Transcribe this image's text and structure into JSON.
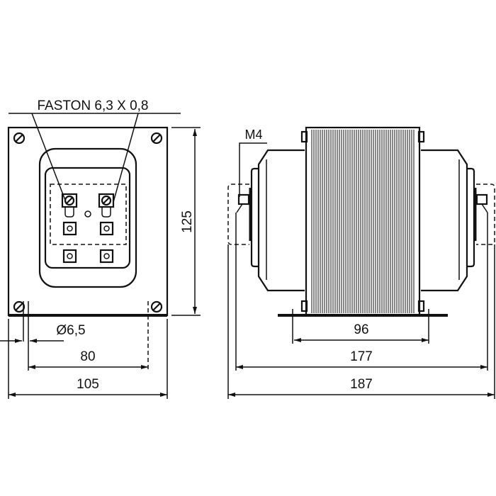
{
  "labels": {
    "faston": "FASTON 6,3 X 0,8",
    "thread": "M4",
    "hole_diameter": "Ø6,5"
  },
  "dimensions": {
    "height": "125",
    "hole_spacing": "80",
    "plate_width": "105",
    "foot_spacing": "96",
    "mount_width": "177",
    "overall_length": "187"
  }
}
